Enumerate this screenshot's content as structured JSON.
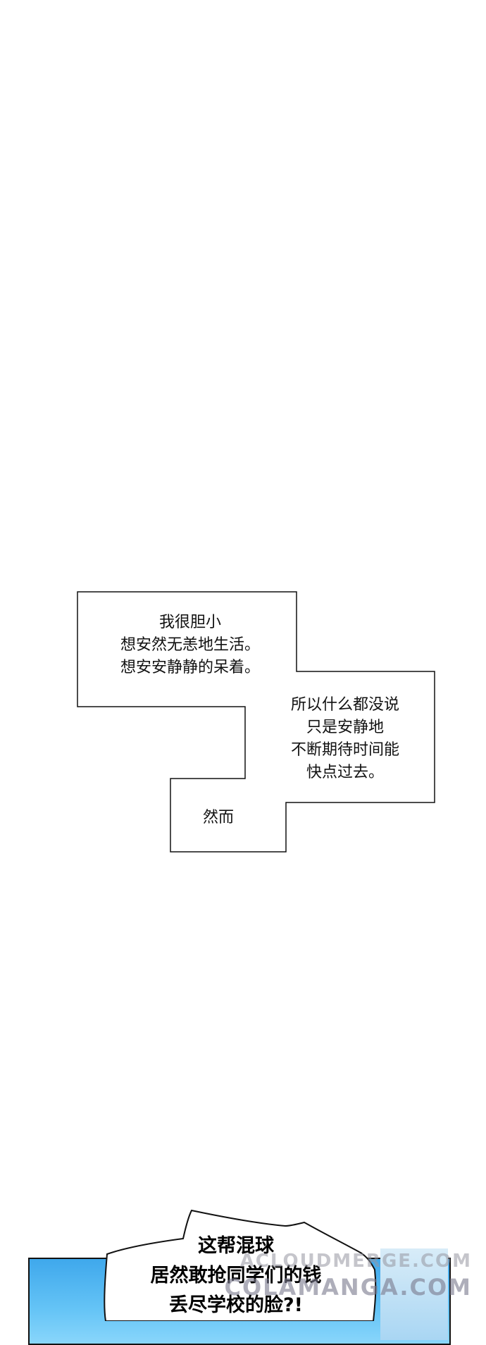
{
  "narration": {
    "box1": {
      "lines": [
        "我很胆小",
        "想安然无恙地生活。",
        "想安安静静的呆着。"
      ]
    },
    "box2": {
      "lines": [
        "所以什么都没说",
        "只是安静地",
        "不断期待时间能",
        "快点过去。"
      ]
    },
    "box3": {
      "lines": [
        "然而"
      ]
    }
  },
  "speech_bubble": {
    "lines": [
      "这帮混球",
      "居然敢抢同学们的钱",
      "丢尽学校的脸?!"
    ]
  },
  "watermark": {
    "line1": "ACLOUDMERGE.COM",
    "line2": "COLAMANGA.COM"
  }
}
